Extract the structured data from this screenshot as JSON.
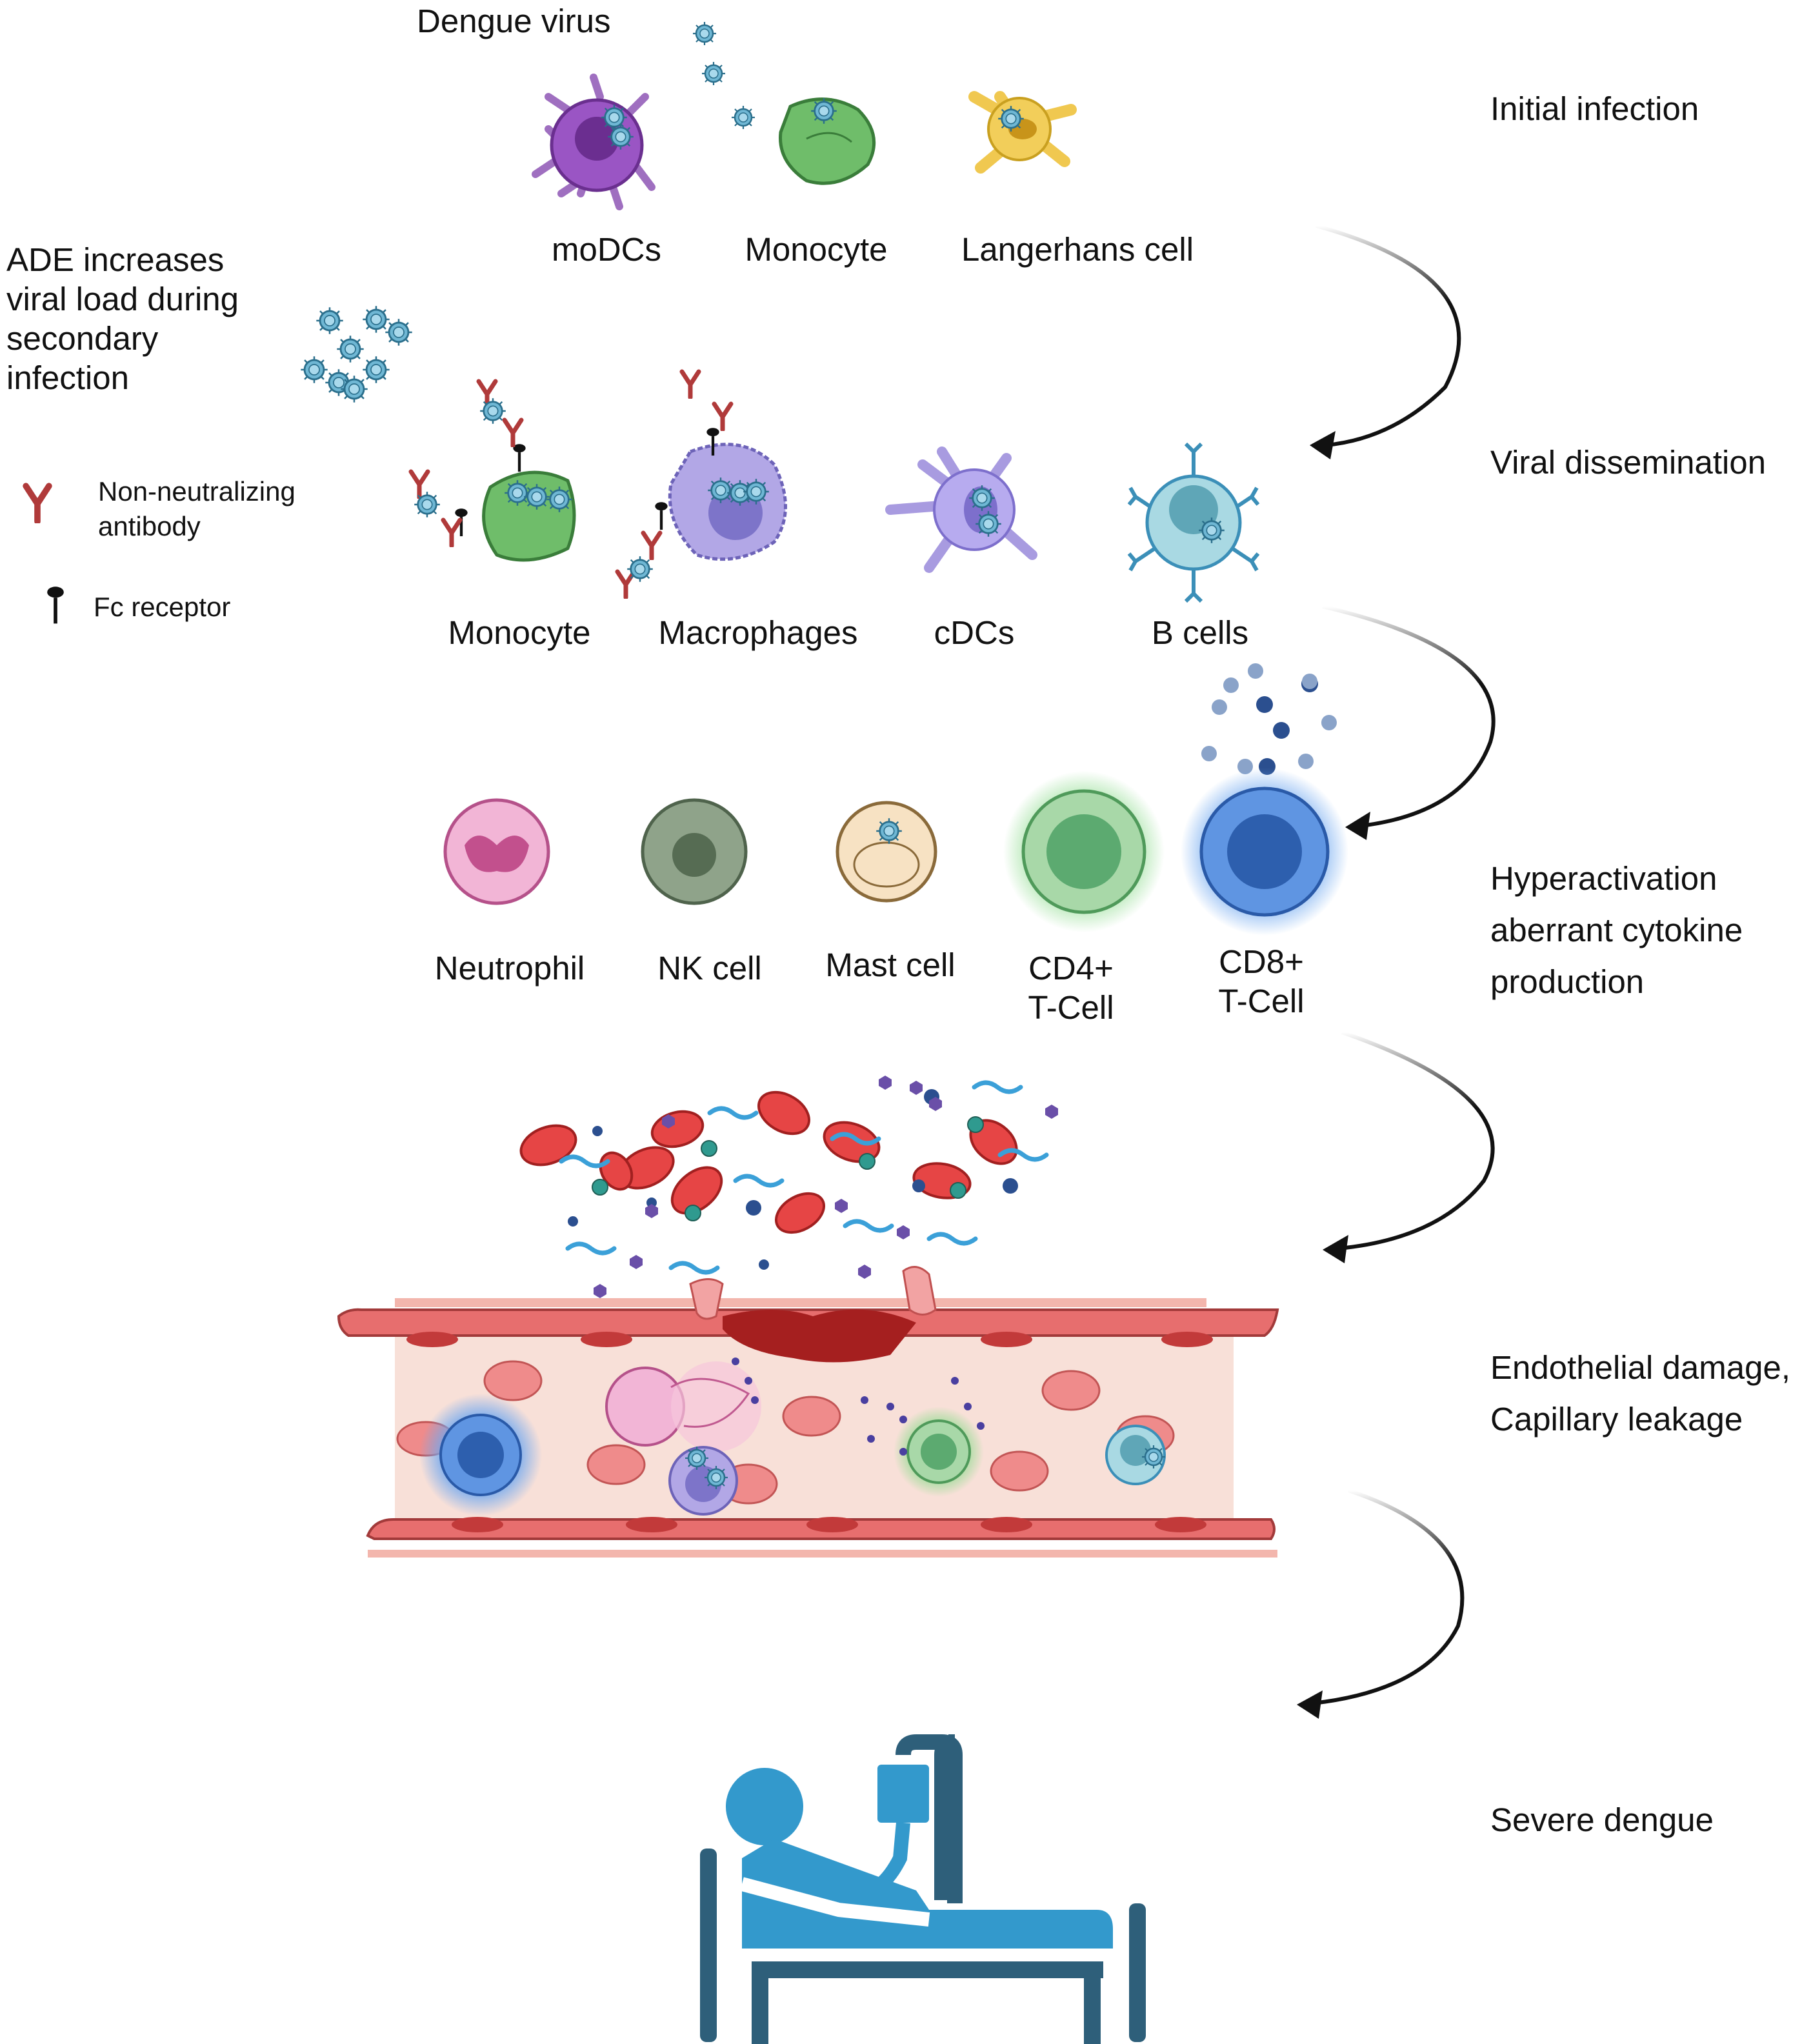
{
  "title": "Dengue virus",
  "stages": [
    {
      "label": "Initial infection"
    },
    {
      "label": "Viral dissemination"
    },
    {
      "label": "Hyperactivation\naberrant cytokine\nproduction"
    },
    {
      "label": "Endothelial damage,\nCapillary leakage"
    },
    {
      "label": "Severe dengue"
    }
  ],
  "ade_note": "ADE increases\nviral load during\nsecondary\ninfection",
  "legend": {
    "antibody": "Non-neutralizing\nantibody",
    "fc_receptor": "Fc receptor"
  },
  "row1": {
    "modcs": "moDCs",
    "monocyte": "Monocyte",
    "langerhans": "Langerhans cell"
  },
  "row2": {
    "monocyte": "Monocyte",
    "macrophages": "Macrophages",
    "cdcs": "cDCs",
    "bcells": "B cells"
  },
  "row3": {
    "neutrophil": "Neutrophil",
    "nk": "NK cell",
    "mast": "Mast cell",
    "cd4": "CD4+\nT-Cell",
    "cd8": "CD8+\nT-Cell"
  },
  "colors": {
    "virus": "#3f8fb0",
    "antibody": "#b03a3a",
    "vessel": "#e37676",
    "patient": "#3399cc",
    "bed": "#2e5f7a"
  },
  "icons": [
    "dengue-virus-icon",
    "antibody-icon",
    "fc-receptor-icon",
    "patient-bed-icon",
    "arrow-icon"
  ]
}
